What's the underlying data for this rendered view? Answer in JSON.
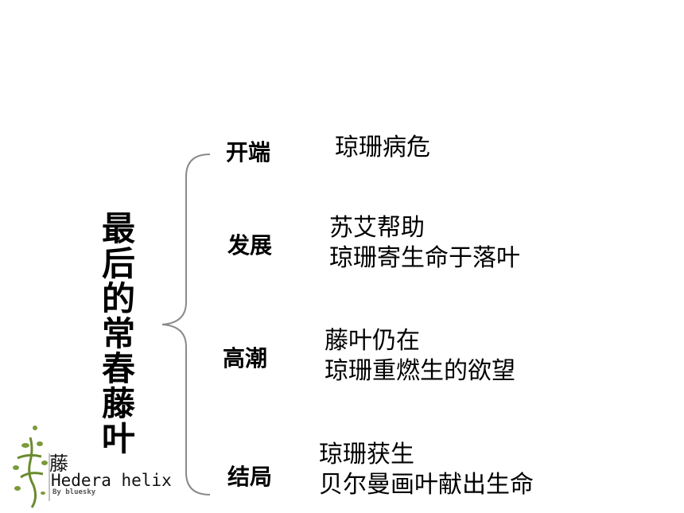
{
  "title_chars": [
    "最",
    "后",
    "的",
    "常",
    "春",
    "藤",
    "叶"
  ],
  "stages": [
    {
      "name": "开端",
      "lines": [
        "琼珊病危"
      ]
    },
    {
      "name": "发展",
      "lines": [
        "苏艾帮助",
        "琼珊寄生命于落叶"
      ]
    },
    {
      "name": "高潮",
      "lines": [
        "藤叶仍在",
        "琼珊重燃生的欲望"
      ]
    },
    {
      "name": "结局",
      "lines": [
        "琼珊获生",
        "贝尔曼画叶献出生命"
      ]
    }
  ],
  "logo": {
    "char": "藤",
    "name": "Hedera helix",
    "sub": "By bluesky"
  },
  "colors": {
    "text": "#000000",
    "brace": "#8a8a8a",
    "logo_green": "#7a9a3a"
  }
}
